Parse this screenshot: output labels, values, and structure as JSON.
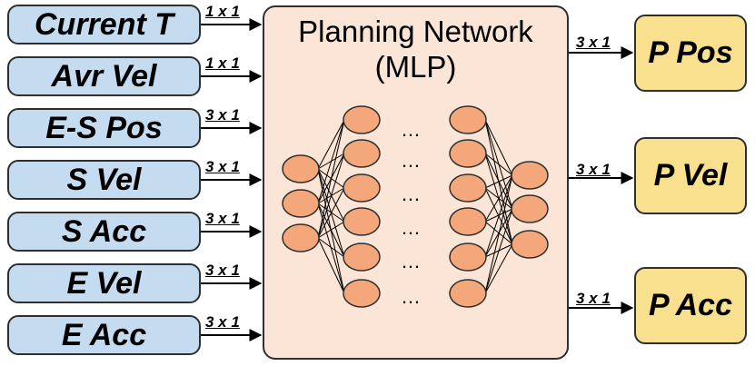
{
  "network": {
    "title_line1": "Planning Network",
    "title_line2": "(MLP)",
    "ellipsis": "…"
  },
  "inputs": [
    {
      "label": "Current T",
      "dim": "1 x 1"
    },
    {
      "label": "Avr Vel",
      "dim": "1 x 1"
    },
    {
      "label": "E-S Pos",
      "dim": "3 x 1"
    },
    {
      "label": "S Vel",
      "dim": "3 x 1"
    },
    {
      "label": "S Acc",
      "dim": "3 x 1"
    },
    {
      "label": "E Vel",
      "dim": "3 x 1"
    },
    {
      "label": "E Acc",
      "dim": "3 x 1"
    }
  ],
  "outputs": [
    {
      "label": "P Pos",
      "dim": "3 x 1"
    },
    {
      "label": "P Vel",
      "dim": "3 x 1"
    },
    {
      "label": "P Acc",
      "dim": "3 x 1"
    }
  ],
  "colors": {
    "input_fill": "#c5dcf0",
    "output_fill": "#f8e08e",
    "network_fill": "#fbe5d6",
    "neuron_fill": "#f4a77a",
    "outline": "#2f2f2f"
  }
}
